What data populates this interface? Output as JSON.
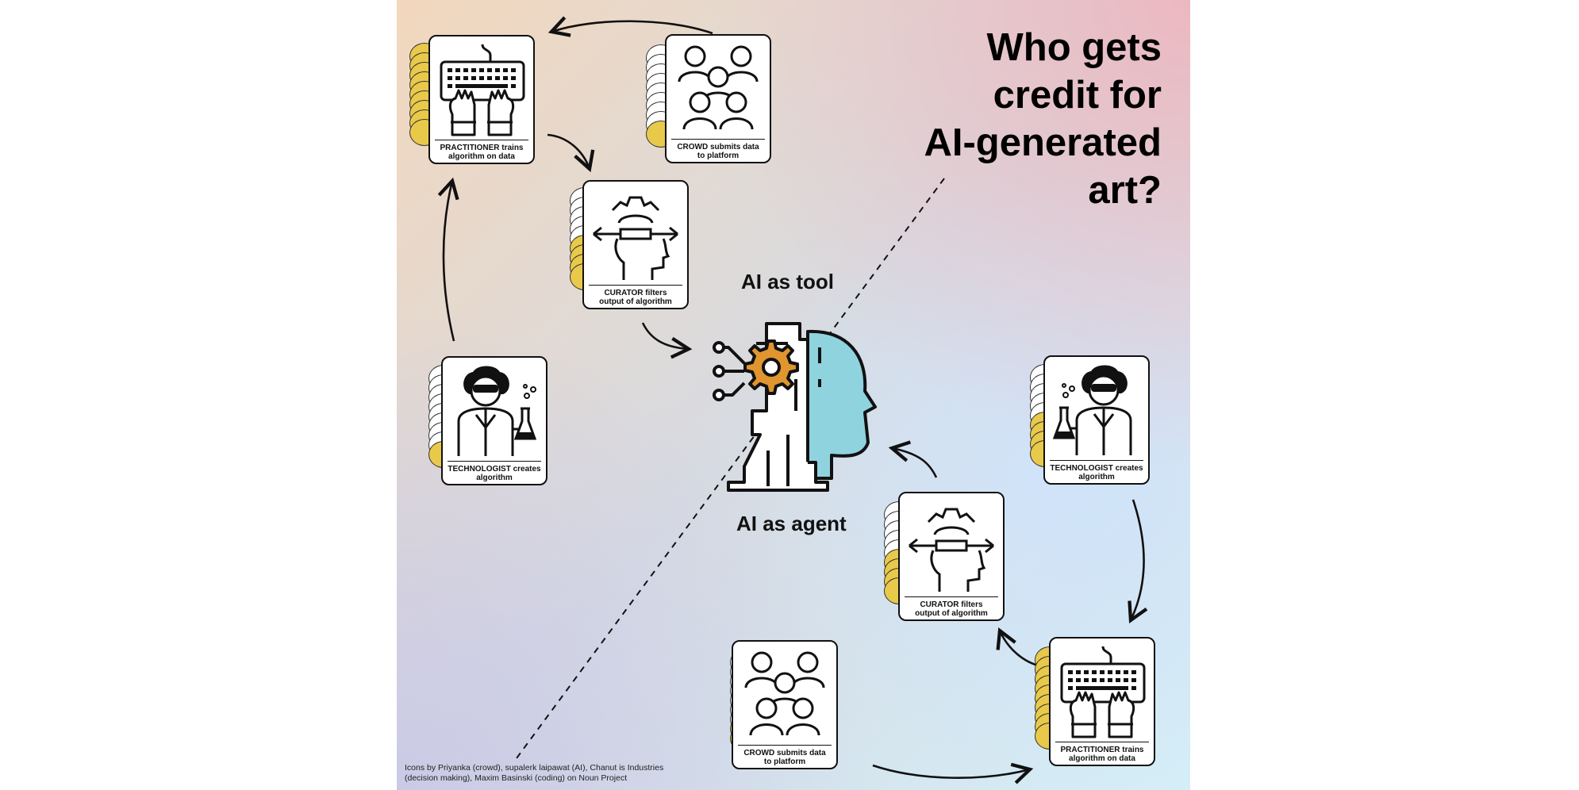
{
  "title": {
    "line1": "Who gets",
    "line2": "credit for",
    "line3": "AI-generated",
    "line4": "art?"
  },
  "labels": {
    "ai_as_tool": "AI as tool",
    "ai_as_agent": "AI as agent"
  },
  "cards": {
    "practitioner_top": {
      "line1": "PRACTITIONER trains",
      "line2": "algorithm on data",
      "credit": "most"
    },
    "crowd_top": {
      "line1": "CROWD submits data",
      "line2": "to platform",
      "credit": "least"
    },
    "curator_top": {
      "line1": "CURATOR filters",
      "line2": "output of algorithm",
      "credit": "some"
    },
    "technologist_top": {
      "line1": "TECHNOLOGIST creates",
      "line2": "algorithm",
      "credit": "least"
    },
    "technologist_bottom": {
      "line1": "TECHNOLOGIST creates",
      "line2": "algorithm",
      "credit": "some"
    },
    "curator_bottom": {
      "line1": "CURATOR filters",
      "line2": "output of algorithm",
      "credit": "some"
    },
    "crowd_bottom": {
      "line1": "CROWD submits data",
      "line2": "to platform",
      "credit": "least"
    },
    "practitioner_bottom": {
      "line1": "PRACTITIONER trains",
      "line2": "algorithm on data",
      "credit": "most"
    }
  },
  "credits_note": {
    "line1": "Icons by Priyanka (crowd), supalerk laipawat (AI), Chanut is Industries",
    "line2": "(decision making), Maxim Basinski (coding) on Noun Project"
  },
  "colors": {
    "coin_gold": "#e8c94a",
    "gear_orange": "#e0952f",
    "head_blue": "#8fd3df"
  }
}
